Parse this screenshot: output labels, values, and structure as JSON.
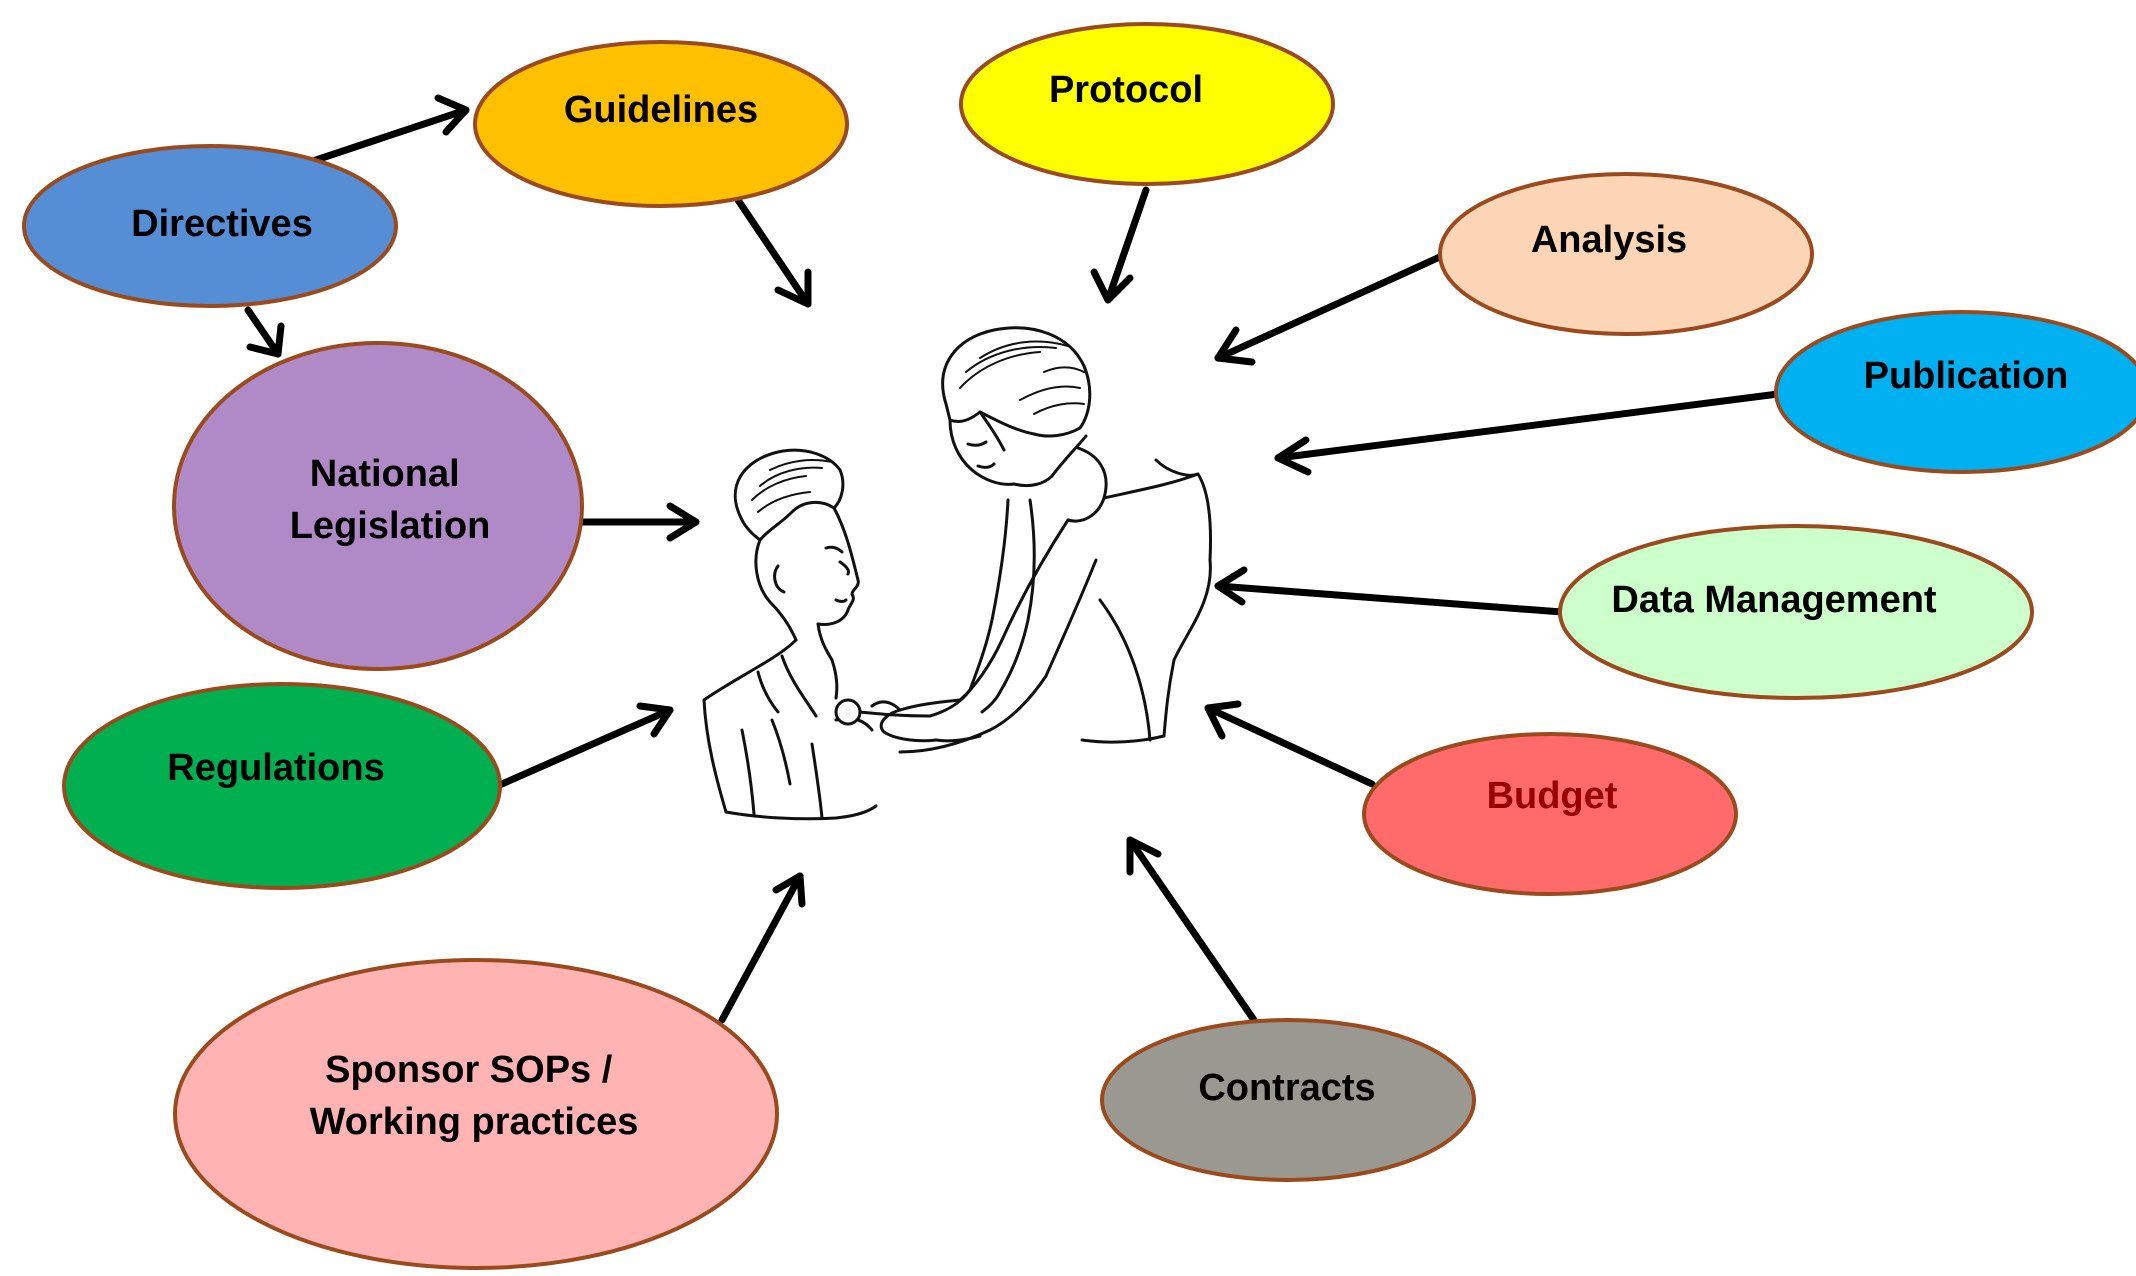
{
  "nodes": {
    "directives": {
      "label": "Directives",
      "fill": "#558ed5",
      "text_color": "#000000"
    },
    "guidelines": {
      "label": "Guidelines",
      "fill": "#ffc000",
      "text_color": "#000000"
    },
    "protocol": {
      "label": "Protocol",
      "fill": "#ffff00",
      "text_color": "#000000"
    },
    "analysis": {
      "label": "Analysis",
      "fill": "#fbd5b5",
      "text_color": "#000000"
    },
    "publication": {
      "label": "Publication",
      "fill": "#00b0f0",
      "text_color": "#000000"
    },
    "national_legislation": {
      "label_lines": [
        "National",
        "Legislation"
      ],
      "fill": "#b08ac6",
      "text_color": "#000000"
    },
    "data_management": {
      "label": "Data Management",
      "fill": "#ccffcc",
      "text_color": "#000000"
    },
    "regulations": {
      "label": "Regulations",
      "fill": "#00b050",
      "text_color": "#000000"
    },
    "budget": {
      "label": "Budget",
      "fill": "#ff6b6b",
      "text_color": "#990000"
    },
    "sponsor_sops": {
      "label_lines": [
        "Sponsor SOPs /",
        "Working practices"
      ],
      "fill": "#ffb3b3",
      "text_color": "#000000"
    },
    "contracts": {
      "label": "Contracts",
      "fill": "#999891",
      "text_color": "#000000"
    }
  },
  "edges": [
    {
      "from": "directives",
      "to": "guidelines"
    },
    {
      "from": "directives",
      "to": "national_legislation"
    },
    {
      "from": "guidelines",
      "to": "illustration"
    },
    {
      "from": "protocol",
      "to": "illustration"
    },
    {
      "from": "analysis",
      "to": "illustration"
    },
    {
      "from": "publication",
      "to": "illustration"
    },
    {
      "from": "national_legislation",
      "to": "illustration"
    },
    {
      "from": "data_management",
      "to": "illustration"
    },
    {
      "from": "regulations",
      "to": "illustration"
    },
    {
      "from": "budget",
      "to": "illustration"
    },
    {
      "from": "sponsor_sops",
      "to": "illustration"
    },
    {
      "from": "contracts",
      "to": "illustration"
    }
  ],
  "illustration": {
    "icon": "doctor-examining-patient-illustration"
  },
  "colors": {
    "outline": "#9a4a1c",
    "arrow": "#000000"
  }
}
